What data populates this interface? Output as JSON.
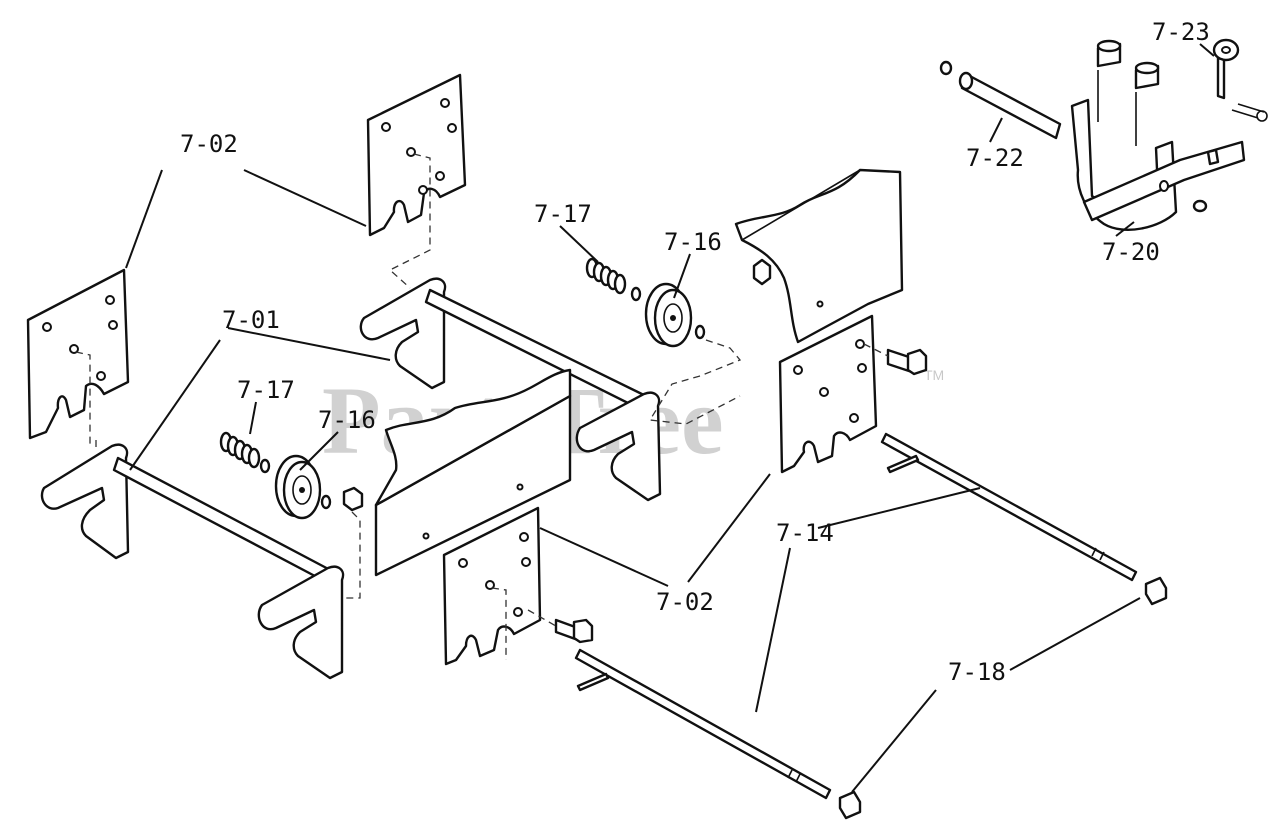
{
  "watermark": {
    "text": "PartsTree",
    "trademark": "TM"
  },
  "callouts": [
    {
      "id": "c-7-02-top",
      "text": "7-02"
    },
    {
      "id": "c-7-01",
      "text": "7-01"
    },
    {
      "id": "c-7-17-left",
      "text": "7-17"
    },
    {
      "id": "c-7-16-left",
      "text": "7-16"
    },
    {
      "id": "c-7-17-right",
      "text": "7-17"
    },
    {
      "id": "c-7-16-right",
      "text": "7-16"
    },
    {
      "id": "c-7-02-bottom",
      "text": "7-02"
    },
    {
      "id": "c-7-14",
      "text": "7-14"
    },
    {
      "id": "c-7-18",
      "text": "7-18"
    },
    {
      "id": "c-7-22",
      "text": "7-22"
    },
    {
      "id": "c-7-23",
      "text": "7-23"
    },
    {
      "id": "c-7-20",
      "text": "7-20"
    }
  ]
}
